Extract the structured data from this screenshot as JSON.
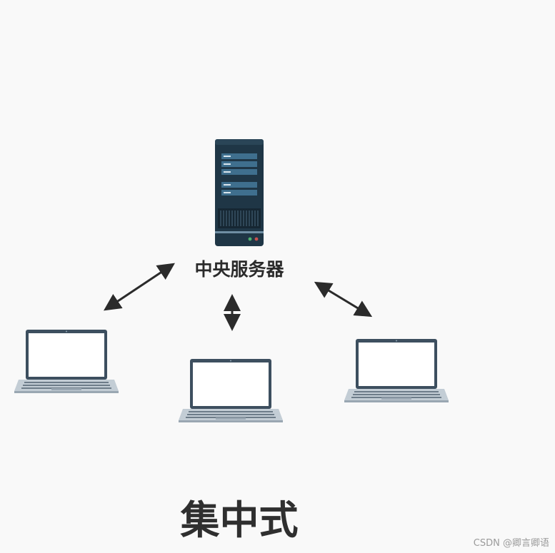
{
  "server": {
    "label": "中央服务器",
    "icon": "server-tower-icon"
  },
  "clients": [
    {
      "icon": "laptop-icon"
    },
    {
      "icon": "laptop-icon"
    },
    {
      "icon": "laptop-icon"
    }
  ],
  "caption": "集中式",
  "watermark": "CSDN @卿言卿语",
  "colors": {
    "background": "#f9f9f9",
    "server_body": "#1f3646",
    "server_accent": "#3f6f8e",
    "laptop_frame": "#3d4f5f",
    "laptop_base": "#a9b5bf",
    "arrow": "#2b2b2b",
    "text": "#2b2b2b"
  }
}
